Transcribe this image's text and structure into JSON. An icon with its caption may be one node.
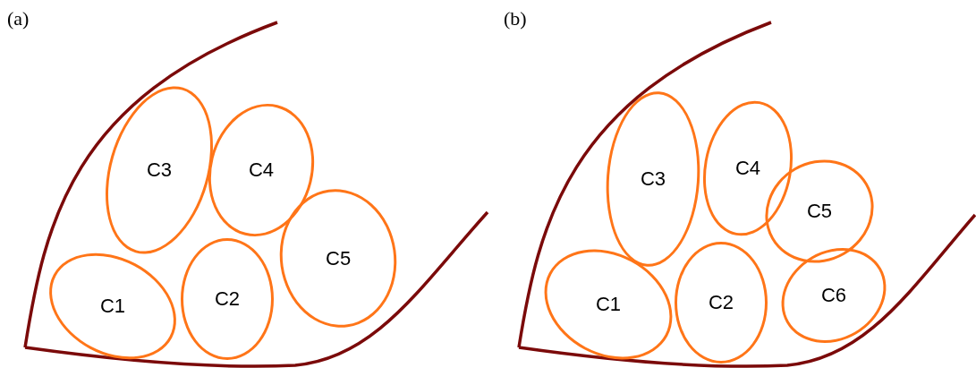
{
  "diagram": {
    "nodes": [
      {
        "text": [
          "C3"
        ]
      },
      {
        "text": [
          "C4"
        ]
      },
      {
        "text": [
          "C1"
        ]
      },
      {
        "text": [
          "C2"
        ]
      },
      {
        "text": [
          "C5"
        ]
      },
      {
        "text": [
          "C3"
        ]
      },
      {
        "text": [
          "C4"
        ]
      },
      {
        "text": [
          "C5"
        ]
      },
      {
        "text": [
          "C1"
        ]
      },
      {
        "text": [
          "C2"
        ]
      },
      {
        "text": [
          "C6"
        ]
      }
    ],
    "edges": [],
    "labels": [
      "(a)",
      "(b)"
    ]
  }
}
